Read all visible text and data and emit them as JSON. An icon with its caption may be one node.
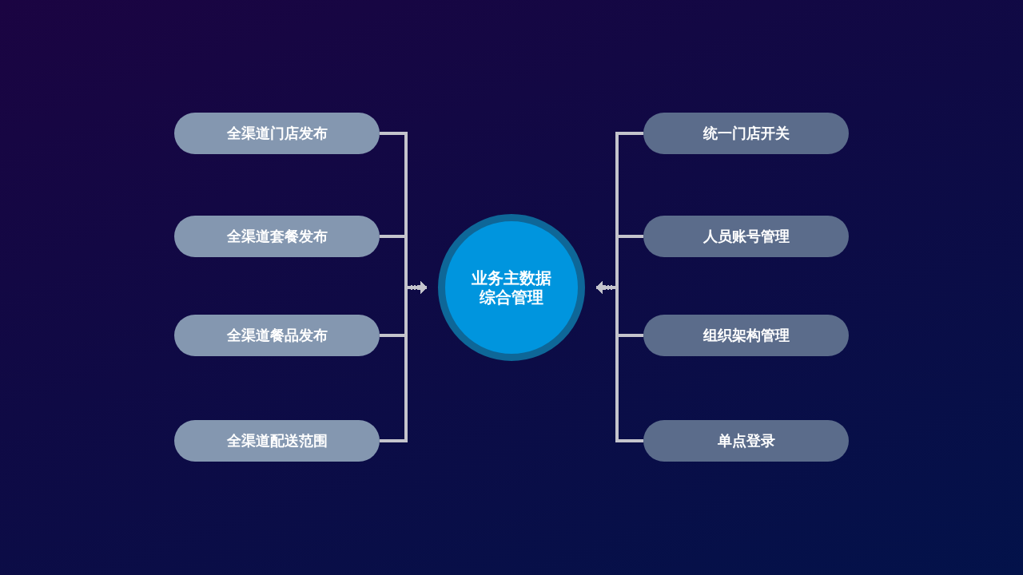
{
  "diagram": {
    "nodes": [
      {
        "text": [
          "全渠道门店发布"
        ]
      },
      {
        "text": [
          "全渠道套餐发布"
        ]
      },
      {
        "text": [
          "全渠道餐品发布"
        ]
      },
      {
        "text": [
          "全渠道配送范围"
        ]
      },
      {
        "text": [
          "业务主数据综合管理"
        ]
      },
      {
        "text": [
          "统一门店开关"
        ]
      },
      {
        "text": [
          "人员账号管理"
        ]
      },
      {
        "text": [
          "组织架构管理"
        ]
      },
      {
        "text": [
          "单点登录"
        ]
      }
    ],
    "edges": [
      {
        "from": 0,
        "to": 4,
        "arrow": "to"
      },
      {
        "from": 1,
        "to": 4,
        "arrow": "to"
      },
      {
        "from": 2,
        "to": 4,
        "arrow": "to"
      },
      {
        "from": 3,
        "to": 4,
        "arrow": "to"
      },
      {
        "from": 5,
        "to": 4,
        "arrow": "to"
      },
      {
        "from": 6,
        "to": 4,
        "arrow": "to"
      },
      {
        "from": 7,
        "to": 4,
        "arrow": "to"
      },
      {
        "from": 8,
        "to": 4,
        "arrow": "to"
      }
    ]
  }
}
